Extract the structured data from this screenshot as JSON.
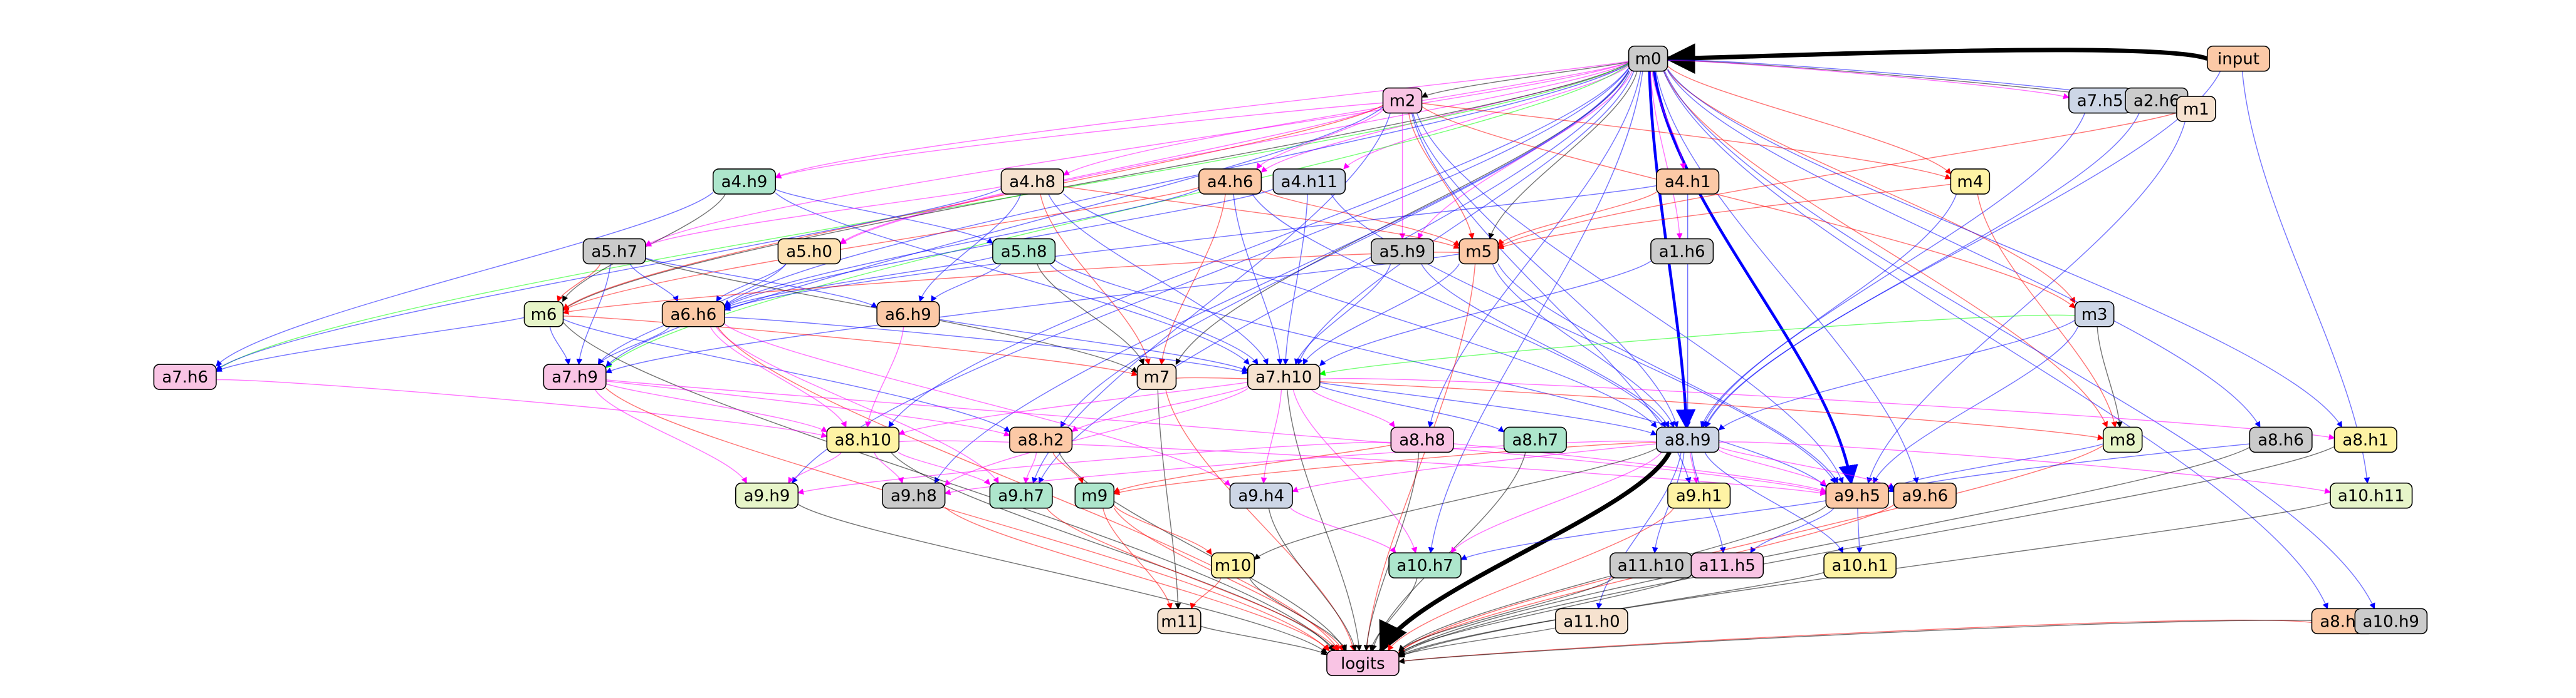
{
  "nodes": [
    {
      "id": "input",
      "label": "input",
      "color": "#fcc9a6"
    },
    {
      "id": "m0",
      "label": "m0",
      "color": "#cbcbcb"
    },
    {
      "id": "m2",
      "label": "m2",
      "color": "#f9c4e4"
    },
    {
      "id": "a7.h5",
      "label": "a7.h5",
      "color": "#cdd6e6"
    },
    {
      "id": "a2.h6",
      "label": "a2.h6",
      "color": "#cbcbcb"
    },
    {
      "id": "m1",
      "label": "m1",
      "color": "#f6e2cf"
    },
    {
      "id": "a4.h9",
      "label": "a4.h9",
      "color": "#ade6cc"
    },
    {
      "id": "a4.h8",
      "label": "a4.h8",
      "color": "#f6e2cf"
    },
    {
      "id": "a4.h6",
      "label": "a4.h6",
      "color": "#fcc9a6"
    },
    {
      "id": "a4.h11",
      "label": "a4.h11",
      "color": "#cdd6e6"
    },
    {
      "id": "a4.h1",
      "label": "a4.h1",
      "color": "#fcc9a6"
    },
    {
      "id": "m4",
      "label": "m4",
      "color": "#fef3a4"
    },
    {
      "id": "a5.h7",
      "label": "a5.h7",
      "color": "#cbcbcb"
    },
    {
      "id": "a5.h0",
      "label": "a5.h0",
      "color": "#fee2b4"
    },
    {
      "id": "a5.h8",
      "label": "a5.h8",
      "color": "#ade6cc"
    },
    {
      "id": "a5.h9",
      "label": "a5.h9",
      "color": "#cbcbcb"
    },
    {
      "id": "m5",
      "label": "m5",
      "color": "#fcc9a6"
    },
    {
      "id": "a1.h6",
      "label": "a1.h6",
      "color": "#cbcbcb"
    },
    {
      "id": "m6",
      "label": "m6",
      "color": "#e7f5c9"
    },
    {
      "id": "a6.h6",
      "label": "a6.h6",
      "color": "#fcc9a6"
    },
    {
      "id": "a6.h9",
      "label": "a6.h9",
      "color": "#fcc9a6"
    },
    {
      "id": "m3",
      "label": "m3",
      "color": "#cdd6e6"
    },
    {
      "id": "a7.h6",
      "label": "a7.h6",
      "color": "#f9c4e4"
    },
    {
      "id": "a7.h9",
      "label": "a7.h9",
      "color": "#f9c4e4"
    },
    {
      "id": "m7",
      "label": "m7",
      "color": "#f6e2cf"
    },
    {
      "id": "a7.h10",
      "label": "a7.h10",
      "color": "#f6e2cf"
    },
    {
      "id": "a8.h10",
      "label": "a8.h10",
      "color": "#fef3a4"
    },
    {
      "id": "a8.h2",
      "label": "a8.h2",
      "color": "#fcc9a6"
    },
    {
      "id": "a8.h8",
      "label": "a8.h8",
      "color": "#f9c4e4"
    },
    {
      "id": "a8.h7",
      "label": "a8.h7",
      "color": "#ade6cc"
    },
    {
      "id": "a8.h9",
      "label": "a8.h9",
      "color": "#cdd6e6"
    },
    {
      "id": "m8",
      "label": "m8",
      "color": "#e7f5c9"
    },
    {
      "id": "a8.h6",
      "label": "a8.h6",
      "color": "#cbcbcb"
    },
    {
      "id": "a8.h1",
      "label": "a8.h1",
      "color": "#fef3a4"
    },
    {
      "id": "a9.h9",
      "label": "a9.h9",
      "color": "#e7f5c9"
    },
    {
      "id": "a9.h8",
      "label": "a9.h8",
      "color": "#cbcbcb"
    },
    {
      "id": "a9.h7",
      "label": "a9.h7",
      "color": "#ade6cc"
    },
    {
      "id": "m9",
      "label": "m9",
      "color": "#ade6cc"
    },
    {
      "id": "a9.h4",
      "label": "a9.h4",
      "color": "#cdd6e6"
    },
    {
      "id": "a9.h1",
      "label": "a9.h1",
      "color": "#fef3a4"
    },
    {
      "id": "a9.h5",
      "label": "a9.h5",
      "color": "#fcc9a6"
    },
    {
      "id": "a9.h6",
      "label": "a9.h6",
      "color": "#fcc9a6"
    },
    {
      "id": "a10.h11",
      "label": "a10.h11",
      "color": "#e7f5c9"
    },
    {
      "id": "m10",
      "label": "m10",
      "color": "#fef3a4"
    },
    {
      "id": "a10.h7",
      "label": "a10.h7",
      "color": "#ade6cc"
    },
    {
      "id": "a11.h10",
      "label": "a11.h10",
      "color": "#cbcbcb"
    },
    {
      "id": "a11.h5",
      "label": "a11.h5",
      "color": "#f9c4e4"
    },
    {
      "id": "a10.h1",
      "label": "a10.h1",
      "color": "#fef3a4"
    },
    {
      "id": "m11",
      "label": "m11",
      "color": "#f6e2cf"
    },
    {
      "id": "a11.h0",
      "label": "a11.h0",
      "color": "#f6e2cf"
    },
    {
      "id": "a8.h4",
      "label": "a8.h4",
      "color": "#fcc9a6"
    },
    {
      "id": "a10.h9",
      "label": "a10.h9",
      "color": "#cbcbcb"
    },
    {
      "id": "logits",
      "label": "logits",
      "color": "#f9c4e4"
    }
  ],
  "edges": [
    [
      "input",
      "m0",
      "#000000"
    ],
    [
      "input",
      "a8.h9",
      "#0000ff"
    ],
    [
      "input",
      "a10.h11",
      "#0000ff"
    ],
    [
      "m0",
      "m2",
      "#000000"
    ],
    [
      "m0",
      "a8.h9",
      "#0000ff"
    ],
    [
      "m0",
      "a9.h5",
      "#0000ff"
    ],
    [
      "m0",
      "m1",
      "#000000"
    ],
    [
      "m0",
      "a7.h5",
      "#ff00ff"
    ],
    [
      "m0",
      "a2.h6",
      "#0000ff"
    ],
    [
      "m0",
      "a4.h9",
      "#ff00ff"
    ],
    [
      "m0",
      "a4.h8",
      "#ff00ff"
    ],
    [
      "m0",
      "a4.h6",
      "#ff00ff"
    ],
    [
      "m0",
      "a4.h11",
      "#ff00ff"
    ],
    [
      "m0",
      "a4.h1",
      "#ff00ff"
    ],
    [
      "m0",
      "m4",
      "#ff0000"
    ],
    [
      "m0",
      "m5",
      "#000000"
    ],
    [
      "m0",
      "a5.h9",
      "#ff00ff"
    ],
    [
      "m0",
      "a5.h0",
      "#ff00ff"
    ],
    [
      "m0",
      "a5.h7",
      "#ff00ff"
    ],
    [
      "m0",
      "a1.h6",
      "#ff00ff"
    ],
    [
      "m0",
      "m6",
      "#000000"
    ],
    [
      "m0",
      "a6.h6",
      "#0000ff"
    ],
    [
      "m0",
      "m3",
      "#ff0000"
    ],
    [
      "m0",
      "a7.h6",
      "#00ff00"
    ],
    [
      "m0",
      "a7.h9",
      "#00ff00"
    ],
    [
      "m0",
      "m7",
      "#000000"
    ],
    [
      "m0",
      "a7.h10",
      "#0000ff"
    ],
    [
      "m0",
      "a8.h10",
      "#0000ff"
    ],
    [
      "m0",
      "a8.h2",
      "#0000ff"
    ],
    [
      "m0",
      "a8.h8",
      "#0000ff"
    ],
    [
      "m0",
      "m8",
      "#ff0000"
    ],
    [
      "m0",
      "a8.h6",
      "#0000ff"
    ],
    [
      "m0",
      "a8.h1",
      "#0000ff"
    ],
    [
      "m0",
      "a9.h9",
      "#0000ff"
    ],
    [
      "m0",
      "a9.h8",
      "#0000ff"
    ],
    [
      "m0",
      "a9.h7",
      "#0000ff"
    ],
    [
      "m0",
      "a9.h6",
      "#0000ff"
    ],
    [
      "m0",
      "a8.h4",
      "#0000ff"
    ],
    [
      "m0",
      "a10.h9",
      "#0000ff"
    ],
    [
      "m0",
      "a10.h7",
      "#0000ff"
    ],
    [
      "m2",
      "m4",
      "#ff0000"
    ],
    [
      "m2",
      "m3",
      "#ff0000"
    ],
    [
      "m2",
      "a4.h6",
      "#ff00ff"
    ],
    [
      "m2",
      "a4.h9",
      "#ff00ff"
    ],
    [
      "m2",
      "m5",
      "#ff0000"
    ],
    [
      "m2",
      "a5.h9",
      "#ff00ff"
    ],
    [
      "m2",
      "a5.h0",
      "#ff00ff"
    ],
    [
      "m2",
      "m6",
      "#ff0000"
    ],
    [
      "m2",
      "a8.h9",
      "#0000ff"
    ],
    [
      "m2",
      "a9.h5",
      "#0000ff"
    ],
    [
      "m2",
      "a9.h1",
      "#0000ff"
    ],
    [
      "m2",
      "a7.h9",
      "#0000ff"
    ],
    [
      "m2",
      "a9.h7",
      "#0000ff"
    ],
    [
      "a7.h5",
      "a8.h9",
      "#0000ff"
    ],
    [
      "a2.h6",
      "a8.h9",
      "#0000ff"
    ],
    [
      "m1",
      "m5",
      "#ff0000"
    ],
    [
      "m1",
      "a9.h5",
      "#0000ff"
    ],
    [
      "a4.h9",
      "a5.h8",
      "#0000ff"
    ],
    [
      "a4.h9",
      "a7.h6",
      "#0000ff"
    ],
    [
      "a4.h9",
      "a7.h10",
      "#0000ff"
    ],
    [
      "a4.h9",
      "m6",
      "#000000"
    ],
    [
      "a4.h8",
      "a5.h7",
      "#ff00ff"
    ],
    [
      "a4.h8",
      "m5",
      "#ff0000"
    ],
    [
      "a4.h8",
      "m7",
      "#ff0000"
    ],
    [
      "a4.h8",
      "a6.h9",
      "#0000ff"
    ],
    [
      "a4.h8",
      "a7.h10",
      "#0000ff"
    ],
    [
      "a4.h8",
      "a8.h9",
      "#0000ff"
    ],
    [
      "a4.h8",
      "a7.h6",
      "#0000ff"
    ],
    [
      "a4.h6",
      "m5",
      "#ff0000"
    ],
    [
      "a4.h6",
      "a6.h6",
      "#0000ff"
    ],
    [
      "a4.h6",
      "m6",
      "#ff0000"
    ],
    [
      "a4.h6",
      "m7",
      "#ff0000"
    ],
    [
      "a4.h6",
      "a7.h10",
      "#0000ff"
    ],
    [
      "a4.h6",
      "a8.h9",
      "#0000ff"
    ],
    [
      "a4.h11",
      "a6.h6",
      "#0000ff"
    ],
    [
      "a4.h11",
      "a7.h10",
      "#0000ff"
    ],
    [
      "a4.h11",
      "a9.h5",
      "#0000ff"
    ],
    [
      "a4.h1",
      "m5",
      "#ff0000"
    ],
    [
      "a4.h1",
      "a8.h9",
      "#0000ff"
    ],
    [
      "a4.h1",
      "a6.h6",
      "#0000ff"
    ],
    [
      "m4",
      "m5",
      "#ff0000"
    ],
    [
      "m4",
      "a8.h9",
      "#0000ff"
    ],
    [
      "m4",
      "m8",
      "#ff0000"
    ],
    [
      "a5.h7",
      "m6",
      "#ff0000"
    ],
    [
      "a5.h7",
      "a6.h6",
      "#0000ff"
    ],
    [
      "a5.h7",
      "a6.h9",
      "#0000ff"
    ],
    [
      "a5.h7",
      "a7.h9",
      "#0000ff"
    ],
    [
      "a5.h7",
      "m7",
      "#000000"
    ],
    [
      "a5.h0",
      "a6.h6",
      "#0000ff"
    ],
    [
      "a5.h0",
      "a7.h9",
      "#0000ff"
    ],
    [
      "a5.h8",
      "a6.h6",
      "#0000ff"
    ],
    [
      "a5.h8",
      "a6.h9",
      "#0000ff"
    ],
    [
      "a5.h8",
      "a7.h10",
      "#0000ff"
    ],
    [
      "a5.h8",
      "m7",
      "#000000"
    ],
    [
      "a5.h8",
      "a9.h5",
      "#0000ff"
    ],
    [
      "a5.h9",
      "a7.h10",
      "#0000ff"
    ],
    [
      "a5.h9",
      "a8.h9",
      "#0000ff"
    ],
    [
      "m5",
      "m6",
      "#ff0000"
    ],
    [
      "m5",
      "a7.h10",
      "#0000ff"
    ],
    [
      "m5",
      "a8.h9",
      "#0000ff"
    ],
    [
      "m5",
      "a9.h5",
      "#0000ff"
    ],
    [
      "m5",
      "logits",
      "#ff0000"
    ],
    [
      "m5",
      "a7.h9",
      "#0000ff"
    ],
    [
      "a1.h6",
      "a7.h10",
      "#0000ff"
    ],
    [
      "m6",
      "a7.h6",
      "#0000ff"
    ],
    [
      "m6",
      "a7.h9",
      "#0000ff"
    ],
    [
      "m6",
      "m7",
      "#ff0000"
    ],
    [
      "m6",
      "logits",
      "#000000"
    ],
    [
      "m6",
      "a8.h2",
      "#0000ff"
    ],
    [
      "a6.h6",
      "a7.h9",
      "#0000ff"
    ],
    [
      "a6.h6",
      "a7.h10",
      "#0000ff"
    ],
    [
      "a6.h6",
      "a8.h10",
      "#ff00ff"
    ],
    [
      "a6.h6",
      "a9.h7",
      "#ff00ff"
    ],
    [
      "a6.h6",
      "logits",
      "#ff0000"
    ],
    [
      "a6.h6",
      "a9.h4",
      "#ff00ff"
    ],
    [
      "a6.h9",
      "a8.h10",
      "#ff00ff"
    ],
    [
      "a6.h9",
      "a7.h10",
      "#0000ff"
    ],
    [
      "m3",
      "m8",
      "#000000"
    ],
    [
      "m3",
      "a7.h10",
      "#00ff00"
    ],
    [
      "m3",
      "a8.h9",
      "#0000ff"
    ],
    [
      "m3",
      "a9.h5",
      "#0000ff"
    ],
    [
      "a7.h6",
      "a8.h10",
      "#ff00ff"
    ],
    [
      "a7.h9",
      "a8.h10",
      "#ff00ff"
    ],
    [
      "a7.h9",
      "a8.h2",
      "#ff00ff"
    ],
    [
      "a7.h9",
      "a9.h9",
      "#ff00ff"
    ],
    [
      "a7.h9",
      "logits",
      "#ff0000"
    ],
    [
      "a7.h9",
      "a9.h5",
      "#ff00ff"
    ],
    [
      "m7",
      "m11",
      "#000000"
    ],
    [
      "m7",
      "logits",
      "#ff0000"
    ],
    [
      "m7",
      "m8",
      "#ff0000"
    ],
    [
      "a7.h10",
      "a8.h10",
      "#ff00ff"
    ],
    [
      "a7.h10",
      "a8.h2",
      "#ff00ff"
    ],
    [
      "a7.h10",
      "a8.h8",
      "#ff00ff"
    ],
    [
      "a7.h10",
      "a8.h7",
      "#0000ff"
    ],
    [
      "a7.h10",
      "a8.h9",
      "#0000ff"
    ],
    [
      "a7.h10",
      "a8.h1",
      "#ff00ff"
    ],
    [
      "a7.h10",
      "a9.h8",
      "#ff00ff"
    ],
    [
      "a7.h10",
      "a9.h4",
      "#ff00ff"
    ],
    [
      "a7.h10",
      "a10.h7",
      "#ff00ff"
    ],
    [
      "a7.h10",
      "logits",
      "#000000"
    ],
    [
      "a8.h10",
      "a9.h9",
      "#ff00ff"
    ],
    [
      "a8.h10",
      "a9.h8",
      "#ff00ff"
    ],
    [
      "a8.h10",
      "a9.h7",
      "#ff00ff"
    ],
    [
      "a8.h10",
      "logits",
      "#000000"
    ],
    [
      "a8.h10",
      "a9.h5",
      "#ff00ff"
    ],
    [
      "a8.h2",
      "m9",
      "#ff0000"
    ],
    [
      "a8.h2",
      "a9.h7",
      "#ff00ff"
    ],
    [
      "a8.h2",
      "logits",
      "#000000"
    ],
    [
      "a8.h8",
      "a9.h9",
      "#ff00ff"
    ],
    [
      "a8.h8",
      "m9",
      "#ff0000"
    ],
    [
      "a8.h8",
      "logits",
      "#000000"
    ],
    [
      "a8.h8",
      "a9.h5",
      "#ff00ff"
    ],
    [
      "a8.h7",
      "logits",
      "#000000"
    ],
    [
      "a8.h9",
      "a9.h8",
      "#ff00ff"
    ],
    [
      "a8.h9",
      "m9",
      "#ff0000"
    ],
    [
      "a8.h9",
      "a9.h4",
      "#ff00ff"
    ],
    [
      "a8.h9",
      "a9.h1",
      "#ff00ff"
    ],
    [
      "a8.h9",
      "a9.h5",
      "#ff00ff"
    ],
    [
      "a8.h9",
      "a9.h6",
      "#ff00ff"
    ],
    [
      "a8.h9",
      "a10.h11",
      "#ff00ff"
    ],
    [
      "a8.h9",
      "m10",
      "#000000"
    ],
    [
      "a8.h9",
      "a10.h7",
      "#ff00ff"
    ],
    [
      "a8.h9",
      "a11.h10",
      "#0000ff"
    ],
    [
      "a8.h9",
      "a11.h5",
      "#0000ff"
    ],
    [
      "a8.h9",
      "a10.h1",
      "#0000ff"
    ],
    [
      "a8.h9",
      "a11.h0",
      "#0000ff"
    ],
    [
      "a8.h9",
      "logits",
      "#000000"
    ],
    [
      "m8",
      "a9.h5",
      "#0000ff"
    ],
    [
      "m8",
      "logits",
      "#ff0000"
    ],
    [
      "a8.h6",
      "a9.h5",
      "#0000ff"
    ],
    [
      "a8.h6",
      "logits",
      "#000000"
    ],
    [
      "a8.h1",
      "logits",
      "#000000"
    ],
    [
      "a9.h9",
      "logits",
      "#000000"
    ],
    [
      "a9.h8",
      "logits",
      "#ff0000"
    ],
    [
      "a9.h7",
      "logits",
      "#ff0000"
    ],
    [
      "m9",
      "m10",
      "#ff0000"
    ],
    [
      "m9",
      "m11",
      "#ff0000"
    ],
    [
      "m9",
      "logits",
      "#ff0000"
    ],
    [
      "a9.h4",
      "a10.h7",
      "#ff00ff"
    ],
    [
      "a9.h4",
      "logits",
      "#000000"
    ],
    [
      "a9.h1",
      "logits",
      "#ff0000"
    ],
    [
      "a9.h5",
      "a10.h7",
      "#0000ff"
    ],
    [
      "a9.h5",
      "a10.h1",
      "#0000ff"
    ],
    [
      "a9.h5",
      "a11.h5",
      "#0000ff"
    ],
    [
      "a9.h5",
      "logits",
      "#000000"
    ],
    [
      "a9.h6",
      "logits",
      "#ff0000"
    ],
    [
      "a10.h11",
      "logits",
      "#000000"
    ],
    [
      "m10",
      "m11",
      "#ff0000"
    ],
    [
      "m10",
      "logits",
      "#000000"
    ],
    [
      "a10.h7",
      "logits",
      "#000000"
    ],
    [
      "a11.h10",
      "logits",
      "#000000"
    ],
    [
      "a11.h5",
      "logits",
      "#000000"
    ],
    [
      "a10.h1",
      "logits",
      "#000000"
    ],
    [
      "m11",
      "logits",
      "#000000"
    ],
    [
      "a11.h0",
      "logits",
      "#000000"
    ],
    [
      "a8.h4",
      "logits",
      "#ff0000"
    ],
    [
      "a10.h9",
      "logits",
      "#000000"
    ]
  ],
  "emphasized_edges": [
    [
      "input",
      "m0"
    ],
    [
      "m0",
      "a8.h9"
    ],
    [
      "m0",
      "a9.h5"
    ],
    [
      "a8.h9",
      "logits"
    ]
  ]
}
